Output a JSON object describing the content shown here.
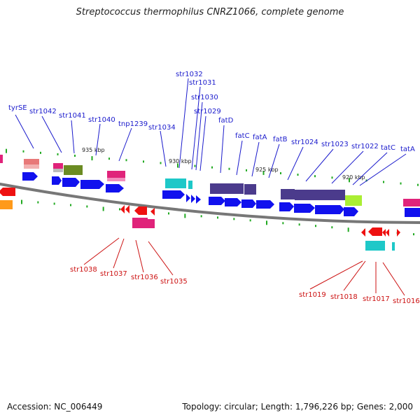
{
  "title": "Streptococcus thermophilus CNRZ1066, complete genome",
  "footer": {
    "accession": "Accession: NC_006449",
    "summary": "Topology: circular; Length: 1,796,226 bp; Genes: 2,000"
  },
  "colors": {
    "forward_label": "#1a1acc",
    "reverse_label": "#cc1111",
    "backbone": "#777777",
    "tick": "#22aa22",
    "forward_gene": "#1111ee",
    "reverse_gene": "#ee1111"
  },
  "scale_labels": [
    "935 kbp",
    "930 kbp",
    "925 kbp",
    "920 kbp"
  ],
  "forward_genes": [
    "tyrSE",
    "str1042",
    "str1041",
    "str1040",
    "tnp1239",
    "str1034",
    "str1032",
    "str1031",
    "str1030",
    "str1029",
    "fatD",
    "fatC",
    "fatA",
    "fatB",
    "str1024",
    "str1023",
    "str1022",
    "tatC",
    "tatA"
  ],
  "reverse_genes": [
    "str1038",
    "str1037",
    "str1036",
    "str1035",
    "str1019",
    "str1018",
    "str1017",
    "str1016"
  ]
}
